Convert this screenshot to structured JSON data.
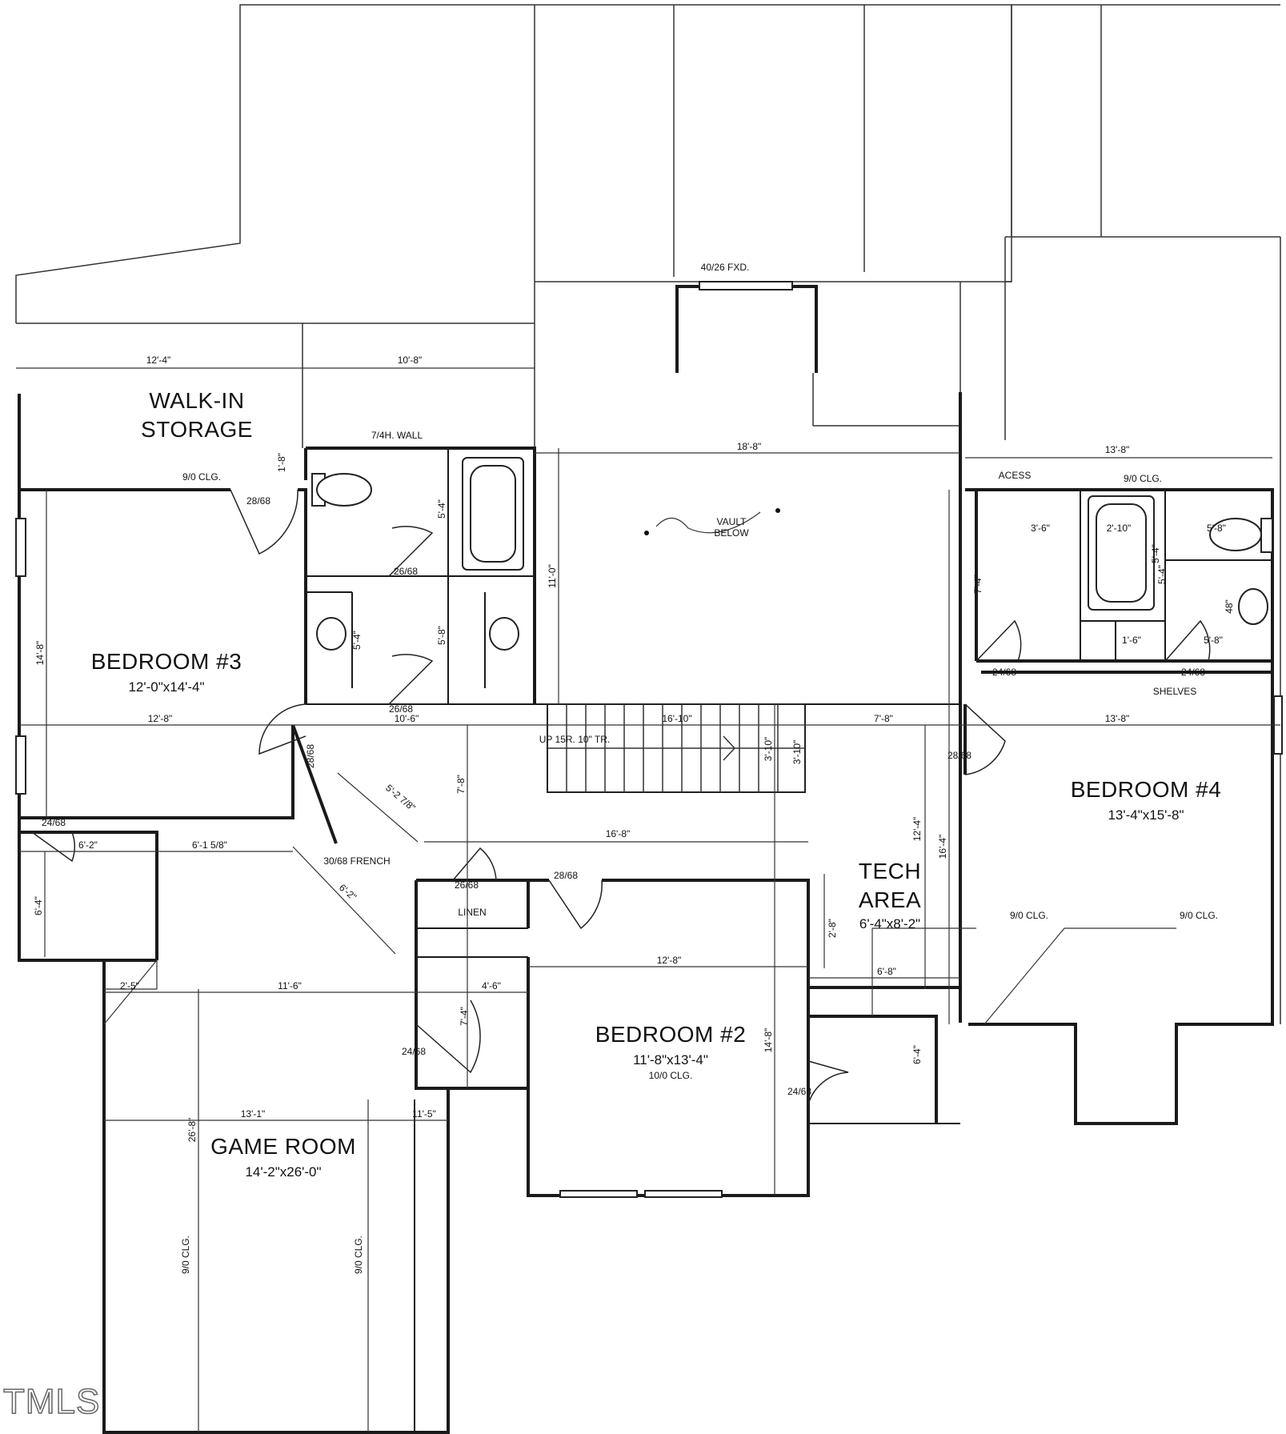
{
  "rooms": {
    "walk_in_storage_1": "WALK-IN",
    "walk_in_storage_2": "STORAGE",
    "bedroom3_name": "BEDROOM #3",
    "bedroom3_size": "12'-0\"x14'-4\"",
    "bedroom4_name": "BEDROOM #4",
    "bedroom4_size": "13'-4\"x15'-8\"",
    "bedroom2_name": "BEDROOM #2",
    "bedroom2_size": "11'-8\"x13'-4\"",
    "bedroom2_ceiling": "10/0 CLG.",
    "tech_name_1": "TECH",
    "tech_name_2": "AREA",
    "tech_size": "6'-4\"x8'-2\"",
    "game_room_name": "GAME ROOM",
    "game_room_size": "14'-2\"x26'-0\"",
    "vault_1": "VAULT",
    "vault_2": "BELOW",
    "linen": "LINEN",
    "shelves": "SHELVES"
  },
  "notes": {
    "fxd_window": "40/26 FXD.",
    "half_wall": "7/4H. WALL",
    "clg_9_a": "9/0 CLG.",
    "clg_9_b": "9/0 CLG.",
    "clg_9_c": "9/0 CLG.",
    "clg_9_d": "9/0 CLG.",
    "clg_9_e": "9/0 CLG.",
    "clg_9_f": "9/0 CLG.",
    "access": "ACESS",
    "french": "30/68 FRENCH",
    "stair": "UP 15R. 10\" TR."
  },
  "doors": {
    "d1": "28/68",
    "d2": "26/68",
    "d3": "26/68",
    "d4": "28/68",
    "d5": "24/68",
    "d6": "24/68",
    "d7": "28/68",
    "d8": "24/68",
    "d9": "26/68",
    "d10": "28/68",
    "d11": "24/68",
    "d12": "24/68"
  },
  "dims": {
    "a": "12'-4\"",
    "b": "10'-8\"",
    "c": "18'-8\"",
    "d": "13'-8\"",
    "e": "12'-8\"",
    "f": "10'-6\"",
    "g": "16'-10\"",
    "h": "7'-8\"",
    "i": "13'-8\"",
    "j": "16'-8\"",
    "k": "6'-1 5/8\"",
    "l": "6'-2\"",
    "m": "12'-8\"",
    "n": "6'-8\"",
    "o": "2'-5\"",
    "p": "11'-6\"",
    "q": "4'-6\"",
    "r": "13'-1\"",
    "s": "11'-5\"",
    "t": "14'-8\"",
    "u": "11'-0\"",
    "v": "7'-8\"",
    "w": "3'-10\"",
    "x": "12'-4\"",
    "y": "16'-4\"",
    "z": "14'-8\"",
    "aa": "26'-8\"",
    "ab": "6'-4\"",
    "ac": "5'-4\"",
    "ad": "5'-8\"",
    "ae": "5'-4\"",
    "af": "3'-6\"",
    "ag": "2'-10\"",
    "ah": "5'-8\"",
    "ai": "7'-4\"",
    "aj": "48\"",
    "ak": "5'-8\"",
    "al": "1'-6\"",
    "am": "6'-4\"",
    "an": "7'-4\"",
    "ao": "5'-4\"",
    "ap": "2'-8\"",
    "aq": "1'-8\"",
    "ar": "3'-10\"",
    "as": "5'-2 7/8\"",
    "at": "6'-2\"",
    "au": "5'-4\""
  },
  "watermark": "TMLS"
}
